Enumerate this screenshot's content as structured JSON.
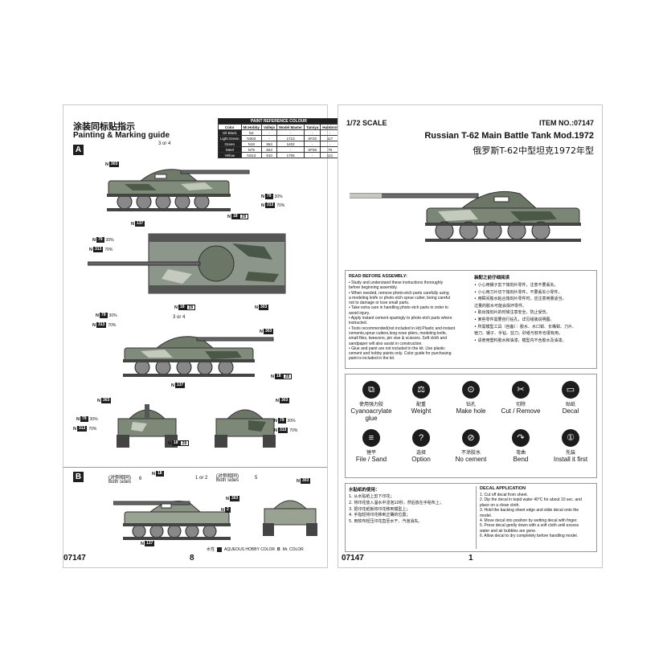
{
  "left_page": {
    "title_cn": "涂装同标贴指示",
    "title_en": "Painting & Marking guide",
    "section_a": "A",
    "section_b": "B",
    "page_number": "8",
    "item_code": "07147",
    "paint_table": {
      "title": "PAINT REFERENCE COLOUR",
      "headers": [
        "Color",
        "Mr.Hobby",
        "Vallejo",
        "Model Master",
        "Tamiya",
        "Humbrol"
      ],
      "rows": [
        [
          "Oil Black",
          "N2",
          "-",
          "-",
          "-",
          "-"
        ],
        [
          "Light Green",
          "N303",
          "-",
          "1713",
          "XF20",
          "117"
        ],
        [
          "Green",
          "N18",
          "864",
          "1402",
          "-",
          "-"
        ],
        [
          "Steel",
          "N79",
          "824",
          "-",
          "XF59",
          "79"
        ],
        [
          "Yellow",
          "N313",
          "810",
          "1706",
          "-",
          "121"
        ]
      ]
    },
    "callouts": {
      "three_or_four": "3 or 4",
      "n": "N",
      "c303": "303",
      "c18": "18",
      "c79": "79",
      "c313": "313",
      "c137": "137",
      "c28": "28",
      "c2": "2",
      "pct30": "30%",
      "pct70": "70%"
    },
    "section_b_labels": {
      "opp_side_left": "(对侧相同)",
      "both_sides_left": "Both sides",
      "num6": "6",
      "one_or_two": "1 or 2",
      "opp_side_right": "(对侧相同)",
      "both_sides_right": "Both sides",
      "num5": "5"
    },
    "legend": {
      "aqueous_cn": "水性",
      "aqueous_en": "AQUEOUS HOBBY COLOR",
      "mr_color_mark": "B",
      "mr_color": "Mr. COLOR"
    }
  },
  "right_page": {
    "scale": "1/72 SCALE",
    "item": "ITEM NO.:07147",
    "title_en": "Russian T-62 Main Battle Tank Mod.1972",
    "title_cn": "俄罗斯T-62中型坦克1972年型",
    "page_number": "1",
    "item_code": "07147",
    "read_before": {
      "head_en": "READ BEFORE ASSEMBLY:",
      "lines_en": [
        "• Study and understand these instructions thoroughly",
        "  before beginning assembly.",
        "• When needed, remove photo-etch parts carefully using",
        "  a modeling knife or photo etch sprue cutter, being careful",
        "  not to damage or lose small parts.",
        "• Take extra care in handling photo etch parts in order to",
        "  avoid injury.",
        "• Apply instant cement sparingly to photo etch parts where",
        "  instructed.",
        "• Tools recommended(not included in kit):Plastic and instant",
        "  cements,sprue cutters,long nose pliers, modeling knife,",
        "  small files, tweezers, pin vise & scissors. Soft cloth and",
        "  sandpaper will also assist in construction.",
        "• Glue and paint are not included in the kit. Use plastic",
        "  cement and hobby paints only. Color guide for purchasing",
        "  paint is included in the kit."
      ],
      "head_cn": "装配之前仔细阅读",
      "lines_cn": [
        "• 小心用镊子剪下蚀刻片零件，注意不要丢失。",
        "• 小心用刀片切下蚀刻片零件，不要丢失小零件。",
        "• 用瞬间胶水粘合蚀刻片零件时，应注意用量适当，",
        "  过量的胶水可能会损坏零件。",
        "• 取出蚀刻片的时候注意安全，防止受伤。",
        "• 某些零件需要自行钻孔，详见组装说明图。",
        "• 所需模型工具（自备）：胶水、水口钳、长嘴钳、刀片、",
        "  锉刀、镊子、手钻、剪刀。砂纸与软布也很有用。",
        "• 请使用塑料胶水和油漆，模型内不含胶水及油漆。"
      ]
    },
    "icons": [
      {
        "icon": "glue-icon",
        "glyph": "⧉",
        "cn": "使用强力胶",
        "en": "Cyanoacrylate glue"
      },
      {
        "icon": "weight-icon",
        "glyph": "⚖",
        "cn": "配重",
        "en": "Weight"
      },
      {
        "icon": "drill-icon",
        "glyph": "⊙",
        "cn": "钻孔",
        "en": "Make hole"
      },
      {
        "icon": "cut-icon",
        "glyph": "✂",
        "cn": "切除",
        "en": "Cut / Remove"
      },
      {
        "icon": "decal-icon",
        "glyph": "▭",
        "cn": "贴纸",
        "en": "Decal"
      },
      {
        "icon": "file-icon",
        "glyph": "≡",
        "cn": "锉平",
        "en": "File / Sand"
      },
      {
        "icon": "option-icon",
        "glyph": "?",
        "cn": "选择",
        "en": "Option"
      },
      {
        "icon": "no-cement-icon",
        "glyph": "⊘",
        "cn": "不涂胶水",
        "en": "No cement"
      },
      {
        "icon": "bend-icon",
        "glyph": "↷",
        "cn": "弯曲",
        "en": "Bend"
      },
      {
        "icon": "first-icon",
        "glyph": "①",
        "cn": "先装",
        "en": "Install it first"
      }
    ],
    "decal_cn": {
      "head": "水贴纸的使用：",
      "lines": [
        "1. 从水贴纸上剪下印花；",
        "2. 将印花放入温水中浸泡10秒，然后放在手帕布上；",
        "3. 把印花纸板将印花移到模型上；",
        "4. 手指轻将印花移到正确的位置；",
        "5. 用软布轻压印花直至水干、汽泡消失。"
      ]
    },
    "decal_en": {
      "head": "DECAL APPLICATION",
      "lines": [
        "1. Cut off decal from sheet.",
        "2. Dip the decal in tepid water 40°C for about 10 sec. and",
        "   place on a clean cloth.",
        "3. Hold the backing sheet edge and slide decal onto the",
        "   model.",
        "4. Move decal into position by wetting decal with finger.",
        "5. Press decal gently down with a soft cloth until excess",
        "   water and air bubbles are gone.",
        "6. Allow decal to dry completely before handling model."
      ]
    }
  }
}
